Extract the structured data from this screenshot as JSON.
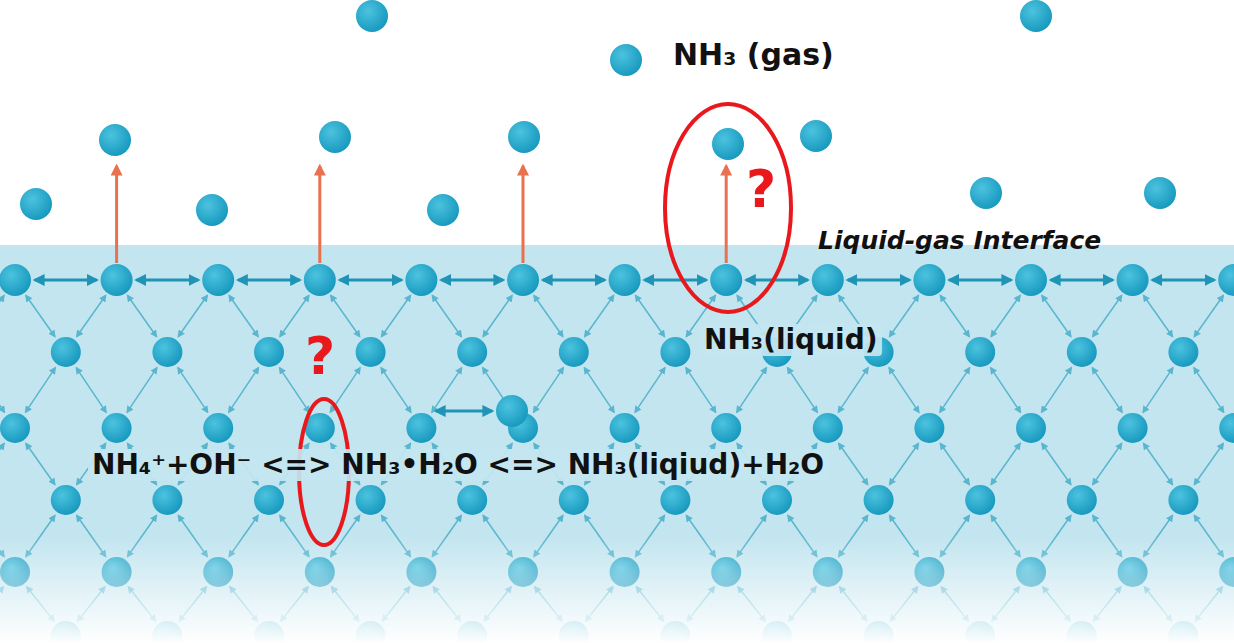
{
  "diagram": {
    "labels": [
      "NH₃  (gas)",
      "Liquid-gas Interface",
      "NH₃(liquid)",
      "NH₄⁺+OH⁻ <=> NH₃•H₂O <=> NH₃(liqiud)+H₂O",
      "?",
      "?"
    ]
  }
}
